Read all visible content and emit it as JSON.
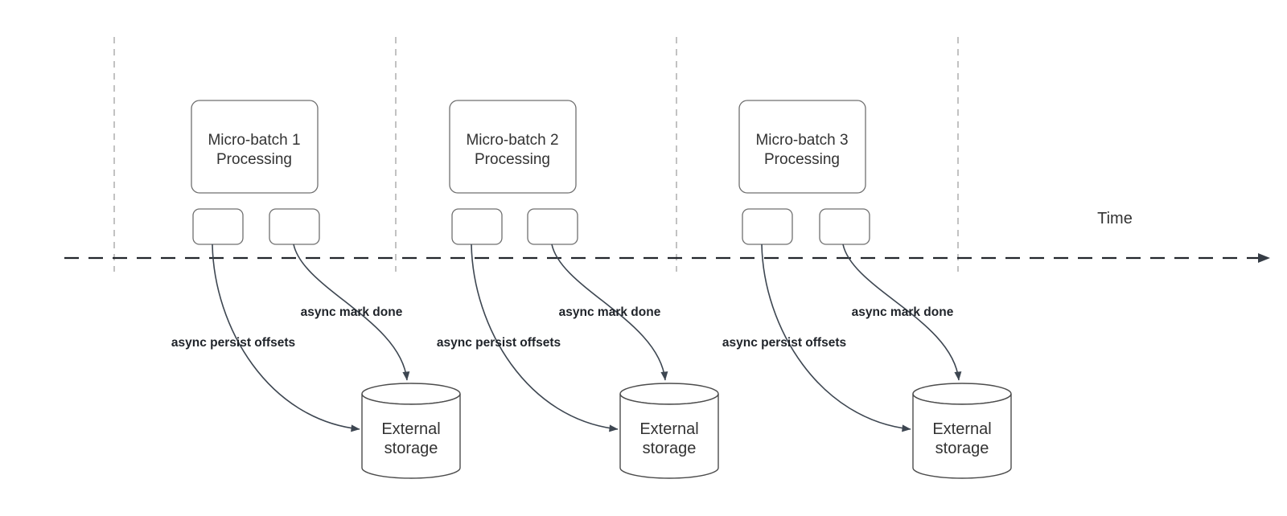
{
  "time_label": "Time",
  "groups": [
    {
      "box_line1": "Micro-batch 1",
      "box_line2": "Processing",
      "persist_label": "async persist offsets",
      "done_label": "async mark done",
      "storage_line1": "External",
      "storage_line2": "storage"
    },
    {
      "box_line1": "Micro-batch 2",
      "box_line2": "Processing",
      "persist_label": "async persist offsets",
      "done_label": "async mark done",
      "storage_line1": "External",
      "storage_line2": "storage"
    },
    {
      "box_line1": "Micro-batch 3",
      "box_line2": "Processing",
      "persist_label": "async persist offsets",
      "done_label": "async mark done",
      "storage_line1": "External",
      "storage_line2": "storage"
    }
  ],
  "colors": {
    "arrow": "#3d4651",
    "timeline": "#23262c",
    "timeline_head": "#353c45",
    "guide": "#a8a8a8",
    "shape_stroke": "#6f6f6f",
    "cylinder_stroke": "#4c4c4c",
    "text": "#333333",
    "label_text": "#1f2329"
  }
}
